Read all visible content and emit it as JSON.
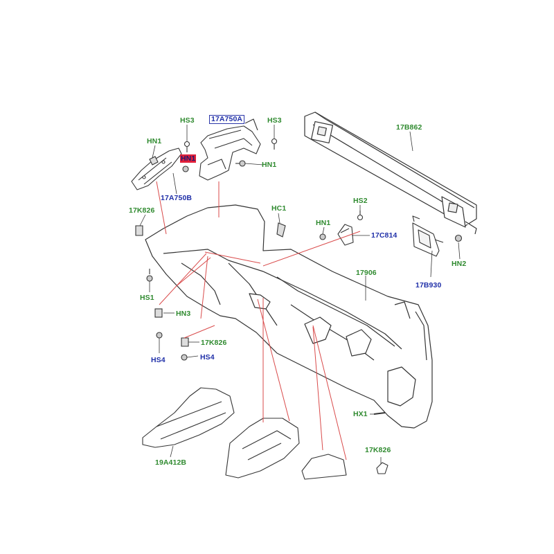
{
  "labels": {
    "hs3_left": "HS3",
    "p17a750a": "17A750A",
    "hs3_right": "HS3",
    "p17b862": "17B862",
    "hn1_top_left": "HN1",
    "hn_highlight": "HN1",
    "hn1_mid": "HN1",
    "p17a750b": "17A750B",
    "p17k826_left": "17K826",
    "hc1": "HC1",
    "hs2": "HS2",
    "hn1_right": "HN1",
    "p17c814": "17C814",
    "hn2": "HN2",
    "p17906": "17906",
    "p17b930": "17B930",
    "hs1": "HS1",
    "hn3": "HN3",
    "p17k826_mid": "17K826",
    "hs4_left": "HS4",
    "hs4_right": "HS4",
    "hx1": "HX1",
    "p19a412b": "19A412B",
    "p17k826_bottom": "17K826"
  },
  "colors": {
    "part_label_green": "#2f8a2f",
    "part_label_blue": "#1f2fa8",
    "highlight_red": "#e0203a",
    "leader_red": "#d94a4a",
    "line_art": "#333333"
  }
}
